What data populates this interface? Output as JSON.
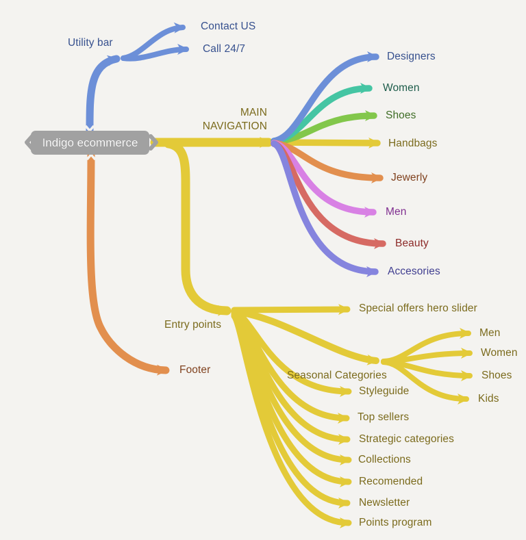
{
  "palette": {
    "blue": "#6c8fd8",
    "teal": "#45c5a3",
    "green": "#82c74b",
    "yellow": "#e3ca38",
    "orange": "#e28f4e",
    "magenta": "#d881e4",
    "red": "#d66a63",
    "purple": "#8584de",
    "gray": "#a1a1a1",
    "background": "#f4f3f0"
  },
  "text_colors": {
    "white": "#ffffff",
    "navy": "#36508e",
    "teal_dark": "#1d5c4a",
    "green_dark": "#3f6d26",
    "olive": "#7b6b1d",
    "brown": "#80421f",
    "purple_dark": "#802f90",
    "red_dark": "#8c2a28",
    "indigo": "#403e90"
  },
  "mindmap": {
    "root": {
      "label": "Indigo ecommerce"
    },
    "branches": [
      {
        "label": "Utility bar",
        "children": [
          {
            "label": "Contact US"
          },
          {
            "label": "Call 24/7"
          }
        ]
      },
      {
        "label": "MAIN\nNAVIGATION",
        "children": [
          {
            "label": "Designers"
          },
          {
            "label": "Women"
          },
          {
            "label": "Shoes"
          },
          {
            "label": "Handbags"
          },
          {
            "label": "Jewerly"
          },
          {
            "label": "Men"
          },
          {
            "label": "Beauty"
          },
          {
            "label": "Accesories"
          }
        ]
      },
      {
        "label": "Entry points",
        "children": [
          {
            "label": "Special offers hero slider"
          },
          {
            "label": "Seasonal Categories",
            "children": [
              {
                "label": "Men"
              },
              {
                "label": "Women"
              },
              {
                "label": "Shoes"
              },
              {
                "label": "Kids"
              }
            ]
          },
          {
            "label": "Styleguide"
          },
          {
            "label": "Top sellers"
          },
          {
            "label": "Strategic categories"
          },
          {
            "label": "Collections"
          },
          {
            "label": "Recomended"
          },
          {
            "label": "Newsletter"
          },
          {
            "label": "Points program"
          }
        ]
      },
      {
        "label": "Footer"
      }
    ]
  }
}
